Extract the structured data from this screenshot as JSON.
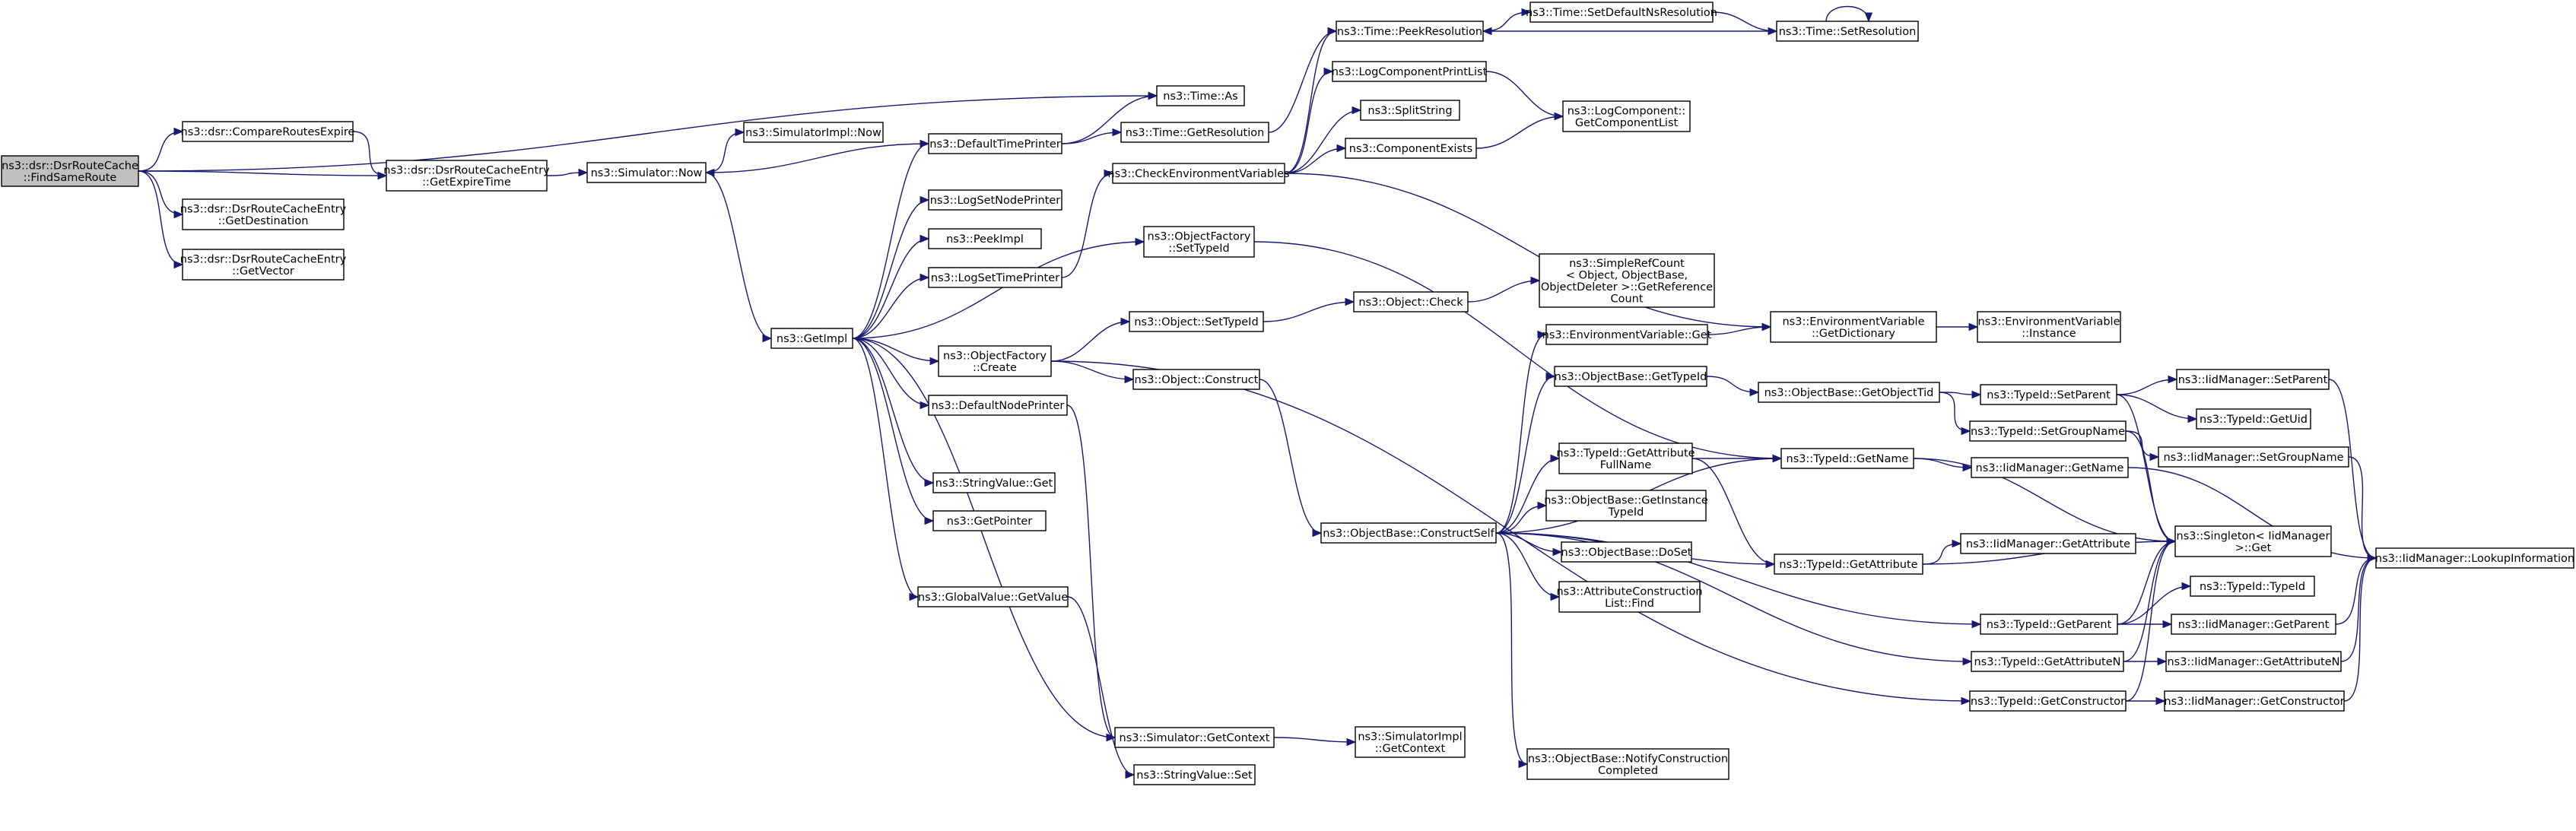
{
  "nodes": [
    {
      "id": "FindSameRoute",
      "lines": [
        "ns3::dsr::DsrRouteCache",
        "::FindSameRoute"
      ],
      "root": true
    },
    {
      "id": "CompareRoutesExpire",
      "lines": [
        "ns3::dsr::CompareRoutesExpire"
      ]
    },
    {
      "id": "GetExpireTime",
      "lines": [
        "ns3::dsr::DsrRouteCacheEntry",
        "::GetExpireTime"
      ]
    },
    {
      "id": "GetDestination",
      "lines": [
        "ns3::dsr::DsrRouteCacheEntry",
        "::GetDestination"
      ]
    },
    {
      "id": "GetVector",
      "lines": [
        "ns3::dsr::DsrRouteCacheEntry",
        "::GetVector"
      ]
    },
    {
      "id": "SimulatorNow",
      "lines": [
        "ns3::Simulator::Now"
      ]
    },
    {
      "id": "SimulatorImplNow",
      "lines": [
        "ns3::SimulatorImpl::Now"
      ]
    },
    {
      "id": "GetImpl",
      "lines": [
        "ns3::GetImpl"
      ]
    },
    {
      "id": "DefaultTimePrinter",
      "lines": [
        "ns3::DefaultTimePrinter"
      ]
    },
    {
      "id": "LogSetNodePrinter",
      "lines": [
        "ns3::LogSetNodePrinter"
      ]
    },
    {
      "id": "PeekImpl",
      "lines": [
        "ns3::PeekImpl"
      ]
    },
    {
      "id": "LogSetTimePrinter",
      "lines": [
        "ns3::LogSetTimePrinter"
      ]
    },
    {
      "id": "ObjectFactoryCreate",
      "lines": [
        "ns3::ObjectFactory",
        "::Create"
      ]
    },
    {
      "id": "DefaultNodePrinter",
      "lines": [
        "ns3::DefaultNodePrinter"
      ]
    },
    {
      "id": "StringValueGet",
      "lines": [
        "ns3::StringValue::Get"
      ]
    },
    {
      "id": "GetPointer",
      "lines": [
        "ns3::GetPointer"
      ]
    },
    {
      "id": "GlobalValueGetValue",
      "lines": [
        "ns3::GlobalValue::GetValue"
      ]
    },
    {
      "id": "TimeAs",
      "lines": [
        "ns3::Time::As"
      ]
    },
    {
      "id": "TimeGetResolution",
      "lines": [
        "ns3::Time::GetResolution"
      ]
    },
    {
      "id": "CheckEnvironmentVariables",
      "lines": [
        "ns3::CheckEnvironmentVariables"
      ]
    },
    {
      "id": "ObjectFactorySetTypeId",
      "lines": [
        "ns3::ObjectFactory",
        "::SetTypeId"
      ]
    },
    {
      "id": "ObjectSetTypeId",
      "lines": [
        "ns3::Object::SetTypeId"
      ]
    },
    {
      "id": "ObjectConstruct",
      "lines": [
        "ns3::Object::Construct"
      ]
    },
    {
      "id": "SimulatorGetContext",
      "lines": [
        "ns3::Simulator::GetContext"
      ]
    },
    {
      "id": "StringValueSet",
      "lines": [
        "ns3::StringValue::Set"
      ]
    },
    {
      "id": "TimePeekResolution",
      "lines": [
        "ns3::Time::PeekResolution"
      ]
    },
    {
      "id": "LogComponentPrintList",
      "lines": [
        "ns3::LogComponentPrintList"
      ]
    },
    {
      "id": "SplitString",
      "lines": [
        "ns3::SplitString"
      ]
    },
    {
      "id": "ComponentExists",
      "lines": [
        "ns3::ComponentExists"
      ]
    },
    {
      "id": "ObjectCheck",
      "lines": [
        "ns3::Object::Check"
      ]
    },
    {
      "id": "ConstructSelf",
      "lines": [
        "ns3::ObjectBase::ConstructSelf"
      ]
    },
    {
      "id": "SimulatorImplGetContext",
      "lines": [
        "ns3::SimulatorImpl",
        "::GetContext"
      ]
    },
    {
      "id": "SetDefaultNsResolution",
      "lines": [
        "ns3::Time::SetDefaultNsResolution"
      ]
    },
    {
      "id": "TimeSetResolution",
      "lines": [
        "ns3::Time::SetResolution"
      ]
    },
    {
      "id": "GetComponentList",
      "lines": [
        "ns3::LogComponent::",
        "GetComponentList"
      ]
    },
    {
      "id": "SimpleRefCount",
      "lines": [
        "ns3::SimpleRefCount",
        "< Object, ObjectBase,",
        "ObjectDeleter >::GetReference",
        "Count"
      ]
    },
    {
      "id": "EnvVarGet",
      "lines": [
        "ns3::EnvironmentVariable::Get"
      ]
    },
    {
      "id": "ObjectBaseGetTypeId",
      "lines": [
        "ns3::ObjectBase::GetTypeId"
      ]
    },
    {
      "id": "GetAttributeFullName",
      "lines": [
        "ns3::TypeId::GetAttribute",
        "FullName"
      ]
    },
    {
      "id": "GetInstanceTypeId",
      "lines": [
        "ns3::ObjectBase::GetInstance",
        "TypeId"
      ]
    },
    {
      "id": "DoSet",
      "lines": [
        "ns3::ObjectBase::DoSet"
      ]
    },
    {
      "id": "AttrConstructionListFind",
      "lines": [
        "ns3::AttributeConstruction",
        "List::Find"
      ]
    },
    {
      "id": "NotifyConstructionCompleted",
      "lines": [
        "ns3::ObjectBase::NotifyConstruction",
        "Completed"
      ]
    },
    {
      "id": "EnvVarGetDictionary",
      "lines": [
        "ns3::EnvironmentVariable",
        "::GetDictionary"
      ]
    },
    {
      "id": "EnvVarInstance",
      "lines": [
        "ns3::EnvironmentVariable",
        "::Instance"
      ]
    },
    {
      "id": "GetObjectTid",
      "lines": [
        "ns3::ObjectBase::GetObjectTid"
      ]
    },
    {
      "id": "TypeIdGetName",
      "lines": [
        "ns3::TypeId::GetName"
      ]
    },
    {
      "id": "TypeIdGetAttribute",
      "lines": [
        "ns3::TypeId::GetAttribute"
      ]
    },
    {
      "id": "TypeIdGetParent",
      "lines": [
        "ns3::TypeId::GetParent"
      ]
    },
    {
      "id": "TypeIdGetAttributeN",
      "lines": [
        "ns3::TypeId::GetAttributeN"
      ]
    },
    {
      "id": "TypeIdGetConstructor",
      "lines": [
        "ns3::TypeId::GetConstructor"
      ]
    },
    {
      "id": "TypeIdSetParent",
      "lines": [
        "ns3::TypeId::SetParent"
      ]
    },
    {
      "id": "TypeIdSetGroupName",
      "lines": [
        "ns3::TypeId::SetGroupName"
      ]
    },
    {
      "id": "IidGetName",
      "lines": [
        "ns3::IidManager::GetName"
      ]
    },
    {
      "id": "IidGetAttribute",
      "lines": [
        "ns3::IidManager::GetAttribute"
      ]
    },
    {
      "id": "SingletonGet",
      "lines": [
        "ns3::Singleton< IidManager",
        ">::Get"
      ]
    },
    {
      "id": "TypeIdTypeId",
      "lines": [
        "ns3::TypeId::TypeId"
      ]
    },
    {
      "id": "IidGetParent",
      "lines": [
        "ns3::IidManager::GetParent"
      ]
    },
    {
      "id": "IidGetAttributeN",
      "lines": [
        "ns3::IidManager::GetAttributeN"
      ]
    },
    {
      "id": "IidGetConstructor",
      "lines": [
        "ns3::IidManager::GetConstructor"
      ]
    },
    {
      "id": "IidSetParent",
      "lines": [
        "ns3::IidManager::SetParent"
      ]
    },
    {
      "id": "TypeIdGetUid",
      "lines": [
        "ns3::TypeId::GetUid"
      ]
    },
    {
      "id": "IidSetGroupName",
      "lines": [
        "ns3::IidManager::SetGroupName"
      ]
    },
    {
      "id": "LookupInformation",
      "lines": [
        "ns3::IidManager::LookupInformation"
      ]
    }
  ],
  "edges": [
    [
      "FindSameRoute",
      "CompareRoutesExpire"
    ],
    [
      "FindSameRoute",
      "GetExpireTime"
    ],
    [
      "FindSameRoute",
      "GetDestination"
    ],
    [
      "FindSameRoute",
      "GetVector"
    ],
    [
      "FindSameRoute",
      "TimeAs"
    ],
    [
      "CompareRoutesExpire",
      "GetExpireTime"
    ],
    [
      "GetExpireTime",
      "SimulatorNow"
    ],
    [
      "SimulatorNow",
      "SimulatorImplNow"
    ],
    [
      "SimulatorNow",
      "GetImpl"
    ],
    [
      "DefaultTimePrinter",
      "SimulatorNow"
    ],
    [
      "DefaultTimePrinter",
      "TimeAs"
    ],
    [
      "DefaultTimePrinter",
      "TimeGetResolution"
    ],
    [
      "GetImpl",
      "DefaultTimePrinter"
    ],
    [
      "GetImpl",
      "LogSetNodePrinter"
    ],
    [
      "GetImpl",
      "PeekImpl"
    ],
    [
      "GetImpl",
      "LogSetTimePrinter"
    ],
    [
      "GetImpl",
      "ObjectFactoryCreate"
    ],
    [
      "GetImpl",
      "DefaultNodePrinter"
    ],
    [
      "GetImpl",
      "StringValueGet"
    ],
    [
      "GetImpl",
      "GetPointer"
    ],
    [
      "GetImpl",
      "GlobalValueGetValue"
    ],
    [
      "GetImpl",
      "ObjectFactorySetTypeId"
    ],
    [
      "GetImpl",
      "SimulatorGetContext"
    ],
    [
      "LogSetTimePrinter",
      "CheckEnvironmentVariables"
    ],
    [
      "DefaultNodePrinter",
      "SimulatorGetContext"
    ],
    [
      "GlobalValueGetValue",
      "StringValueSet"
    ],
    [
      "ObjectFactoryCreate",
      "ObjectSetTypeId"
    ],
    [
      "ObjectFactoryCreate",
      "ObjectConstruct"
    ],
    [
      "ObjectFactoryCreate",
      "TypeIdGetConstructor"
    ],
    [
      "ObjectFactorySetTypeId",
      "TypeIdGetName"
    ],
    [
      "ObjectSetTypeId",
      "ObjectCheck"
    ],
    [
      "ObjectConstruct",
      "ConstructSelf"
    ],
    [
      "ObjectCheck",
      "SimpleRefCount"
    ],
    [
      "TimeGetResolution",
      "TimePeekResolution"
    ],
    [
      "TimePeekResolution",
      "SetDefaultNsResolution"
    ],
    [
      "SetDefaultNsResolution",
      "TimeSetResolution"
    ],
    [
      "TimeSetResolution",
      "TimePeekResolution"
    ],
    [
      "TimeSetResolution",
      "TimeSetResolution"
    ],
    [
      "CheckEnvironmentVariables",
      "LogComponentPrintList"
    ],
    [
      "CheckEnvironmentVariables",
      "SplitString"
    ],
    [
      "CheckEnvironmentVariables",
      "ComponentExists"
    ],
    [
      "CheckEnvironmentVariables",
      "EnvVarGetDictionary"
    ],
    [
      "CheckEnvironmentVariables",
      "TimePeekResolution"
    ],
    [
      "LogComponentPrintList",
      "GetComponentList"
    ],
    [
      "ComponentExists",
      "GetComponentList"
    ],
    [
      "SimulatorGetContext",
      "SimulatorImplGetContext"
    ],
    [
      "ConstructSelf",
      "EnvVarGet"
    ],
    [
      "ConstructSelf",
      "ObjectBaseGetTypeId"
    ],
    [
      "ConstructSelf",
      "GetAttributeFullName"
    ],
    [
      "ConstructSelf",
      "GetInstanceTypeId"
    ],
    [
      "ConstructSelf",
      "DoSet"
    ],
    [
      "ConstructSelf",
      "AttrConstructionListFind"
    ],
    [
      "ConstructSelf",
      "NotifyConstructionCompleted"
    ],
    [
      "ConstructSelf",
      "TypeIdGetName"
    ],
    [
      "ConstructSelf",
      "TypeIdGetAttribute"
    ],
    [
      "ConstructSelf",
      "TypeIdGetParent"
    ],
    [
      "ConstructSelf",
      "TypeIdGetAttributeN"
    ],
    [
      "EnvVarGet",
      "EnvVarGetDictionary"
    ],
    [
      "EnvVarGetDictionary",
      "EnvVarInstance"
    ],
    [
      "ObjectBaseGetTypeId",
      "GetObjectTid"
    ],
    [
      "GetObjectTid",
      "TypeIdSetParent"
    ],
    [
      "GetObjectTid",
      "TypeIdSetGroupName"
    ],
    [
      "GetAttributeFullName",
      "TypeIdGetName"
    ],
    [
      "GetAttributeFullName",
      "TypeIdGetAttribute"
    ],
    [
      "TypeIdGetName",
      "IidGetName"
    ],
    [
      "TypeIdGetName",
      "SingletonGet"
    ],
    [
      "TypeIdGetAttribute",
      "IidGetAttribute"
    ],
    [
      "TypeIdGetAttribute",
      "SingletonGet"
    ],
    [
      "TypeIdGetParent",
      "SingletonGet"
    ],
    [
      "TypeIdGetParent",
      "TypeIdTypeId"
    ],
    [
      "TypeIdGetParent",
      "IidGetParent"
    ],
    [
      "TypeIdGetAttributeN",
      "IidGetAttributeN"
    ],
    [
      "TypeIdGetAttributeN",
      "SingletonGet"
    ],
    [
      "TypeIdGetConstructor",
      "IidGetConstructor"
    ],
    [
      "TypeIdGetConstructor",
      "SingletonGet"
    ],
    [
      "TypeIdSetParent",
      "IidSetParent"
    ],
    [
      "TypeIdSetParent",
      "TypeIdGetUid"
    ],
    [
      "TypeIdSetParent",
      "SingletonGet"
    ],
    [
      "TypeIdSetGroupName",
      "IidSetGroupName"
    ],
    [
      "TypeIdSetGroupName",
      "SingletonGet"
    ],
    [
      "IidGetName",
      "LookupInformation"
    ],
    [
      "IidSetParent",
      "LookupInformation"
    ],
    [
      "IidSetGroupName",
      "LookupInformation"
    ],
    [
      "IidGetParent",
      "LookupInformation"
    ],
    [
      "IidGetAttributeN",
      "LookupInformation"
    ],
    [
      "IidGetConstructor",
      "LookupInformation"
    ]
  ]
}
